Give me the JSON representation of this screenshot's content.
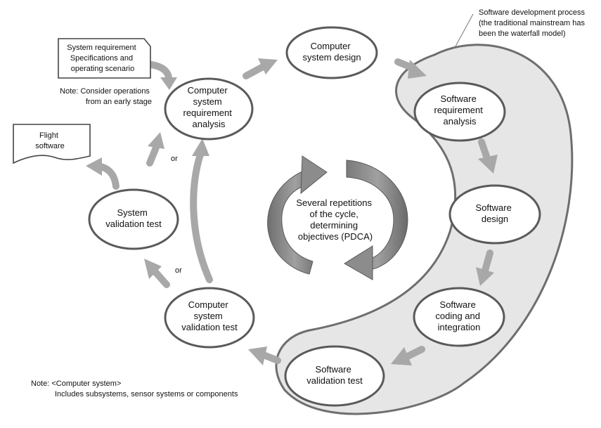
{
  "nodes": {
    "computer_system_requirement_analysis": [
      "Computer",
      "system",
      "requirement",
      "analysis"
    ],
    "computer_system_design": [
      "Computer",
      "system design"
    ],
    "software_requirement_analysis": [
      "Software",
      "requirement",
      "analysis"
    ],
    "software_design": [
      "Software",
      "design"
    ],
    "software_coding_integration": [
      "Software",
      "coding and",
      "integration"
    ],
    "software_validation_test": [
      "Software",
      "validation test"
    ],
    "computer_system_validation_test": [
      "Computer",
      "system",
      "validation test"
    ],
    "system_validation_test": [
      "System",
      "validation test"
    ]
  },
  "documents": {
    "system_requirement": [
      "System requirement",
      "Specifications and",
      "operating scenario"
    ],
    "flight_software": [
      "Flight",
      "software"
    ]
  },
  "notes": {
    "operations": [
      "Note: Consider operations",
      "from an early stage"
    ],
    "computer_system": [
      "Note: <Computer system>",
      "Includes subsystems, sensor systems or components"
    ],
    "software_process": [
      "Software development process",
      "(the traditional mainstream has",
      "been the waterfall model)"
    ]
  },
  "cycle_text": [
    "Several repetitions",
    "of the cycle,",
    "determining",
    "objectives (PDCA)"
  ],
  "or_labels": [
    "or",
    "or"
  ],
  "colors": {
    "region_fill": "#e6e6e6",
    "region_stroke": "#6e6e6e",
    "ellipse_stroke": "#5a5a5a",
    "arrow": "#a8a8a8",
    "cycle_arrow": "#8c8c8c"
  }
}
